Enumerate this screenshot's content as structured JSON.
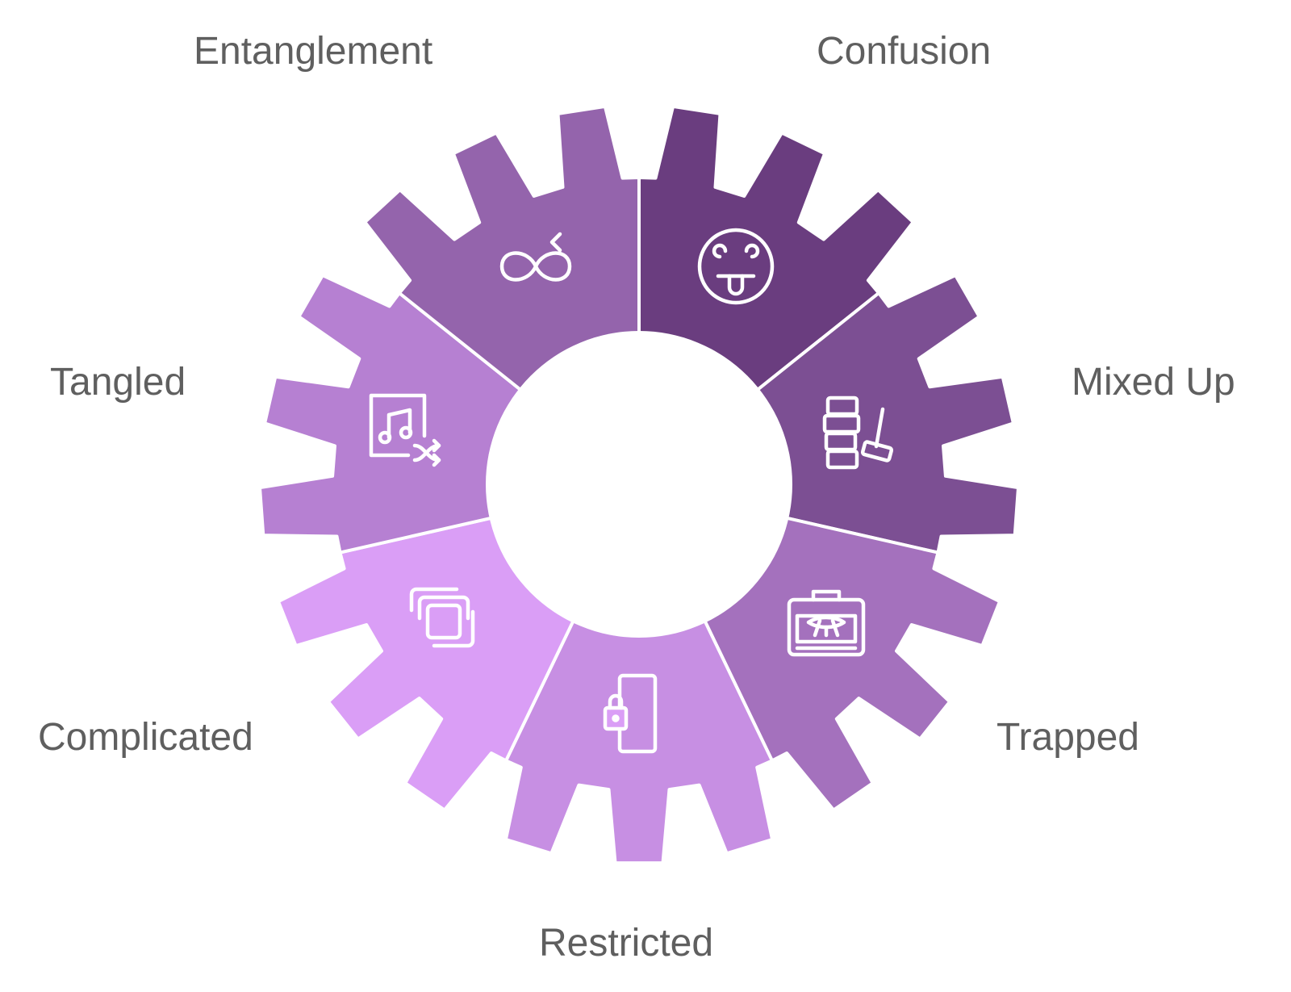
{
  "diagram": {
    "segments": [
      {
        "label": "Entanglement",
        "icon": "infinity-loop-icon",
        "color": "#6a3d7f"
      },
      {
        "label": "Confusion",
        "icon": "dizzy-face-icon",
        "color": "#7c4f93"
      },
      {
        "label": "Mixed Up",
        "icon": "blocks-hammer-icon",
        "color": "#a471bd"
      },
      {
        "label": "Trapped",
        "icon": "caged-bug-icon",
        "color": "#c78fe3"
      },
      {
        "label": "Restricted",
        "icon": "locked-door-icon",
        "color": "#da9ef6"
      },
      {
        "label": "Complicated",
        "icon": "layered-squares-icon",
        "color": "#b680d2"
      },
      {
        "label": "Tangled",
        "icon": "music-shuffle-icon",
        "color": "#9464ac"
      }
    ]
  }
}
